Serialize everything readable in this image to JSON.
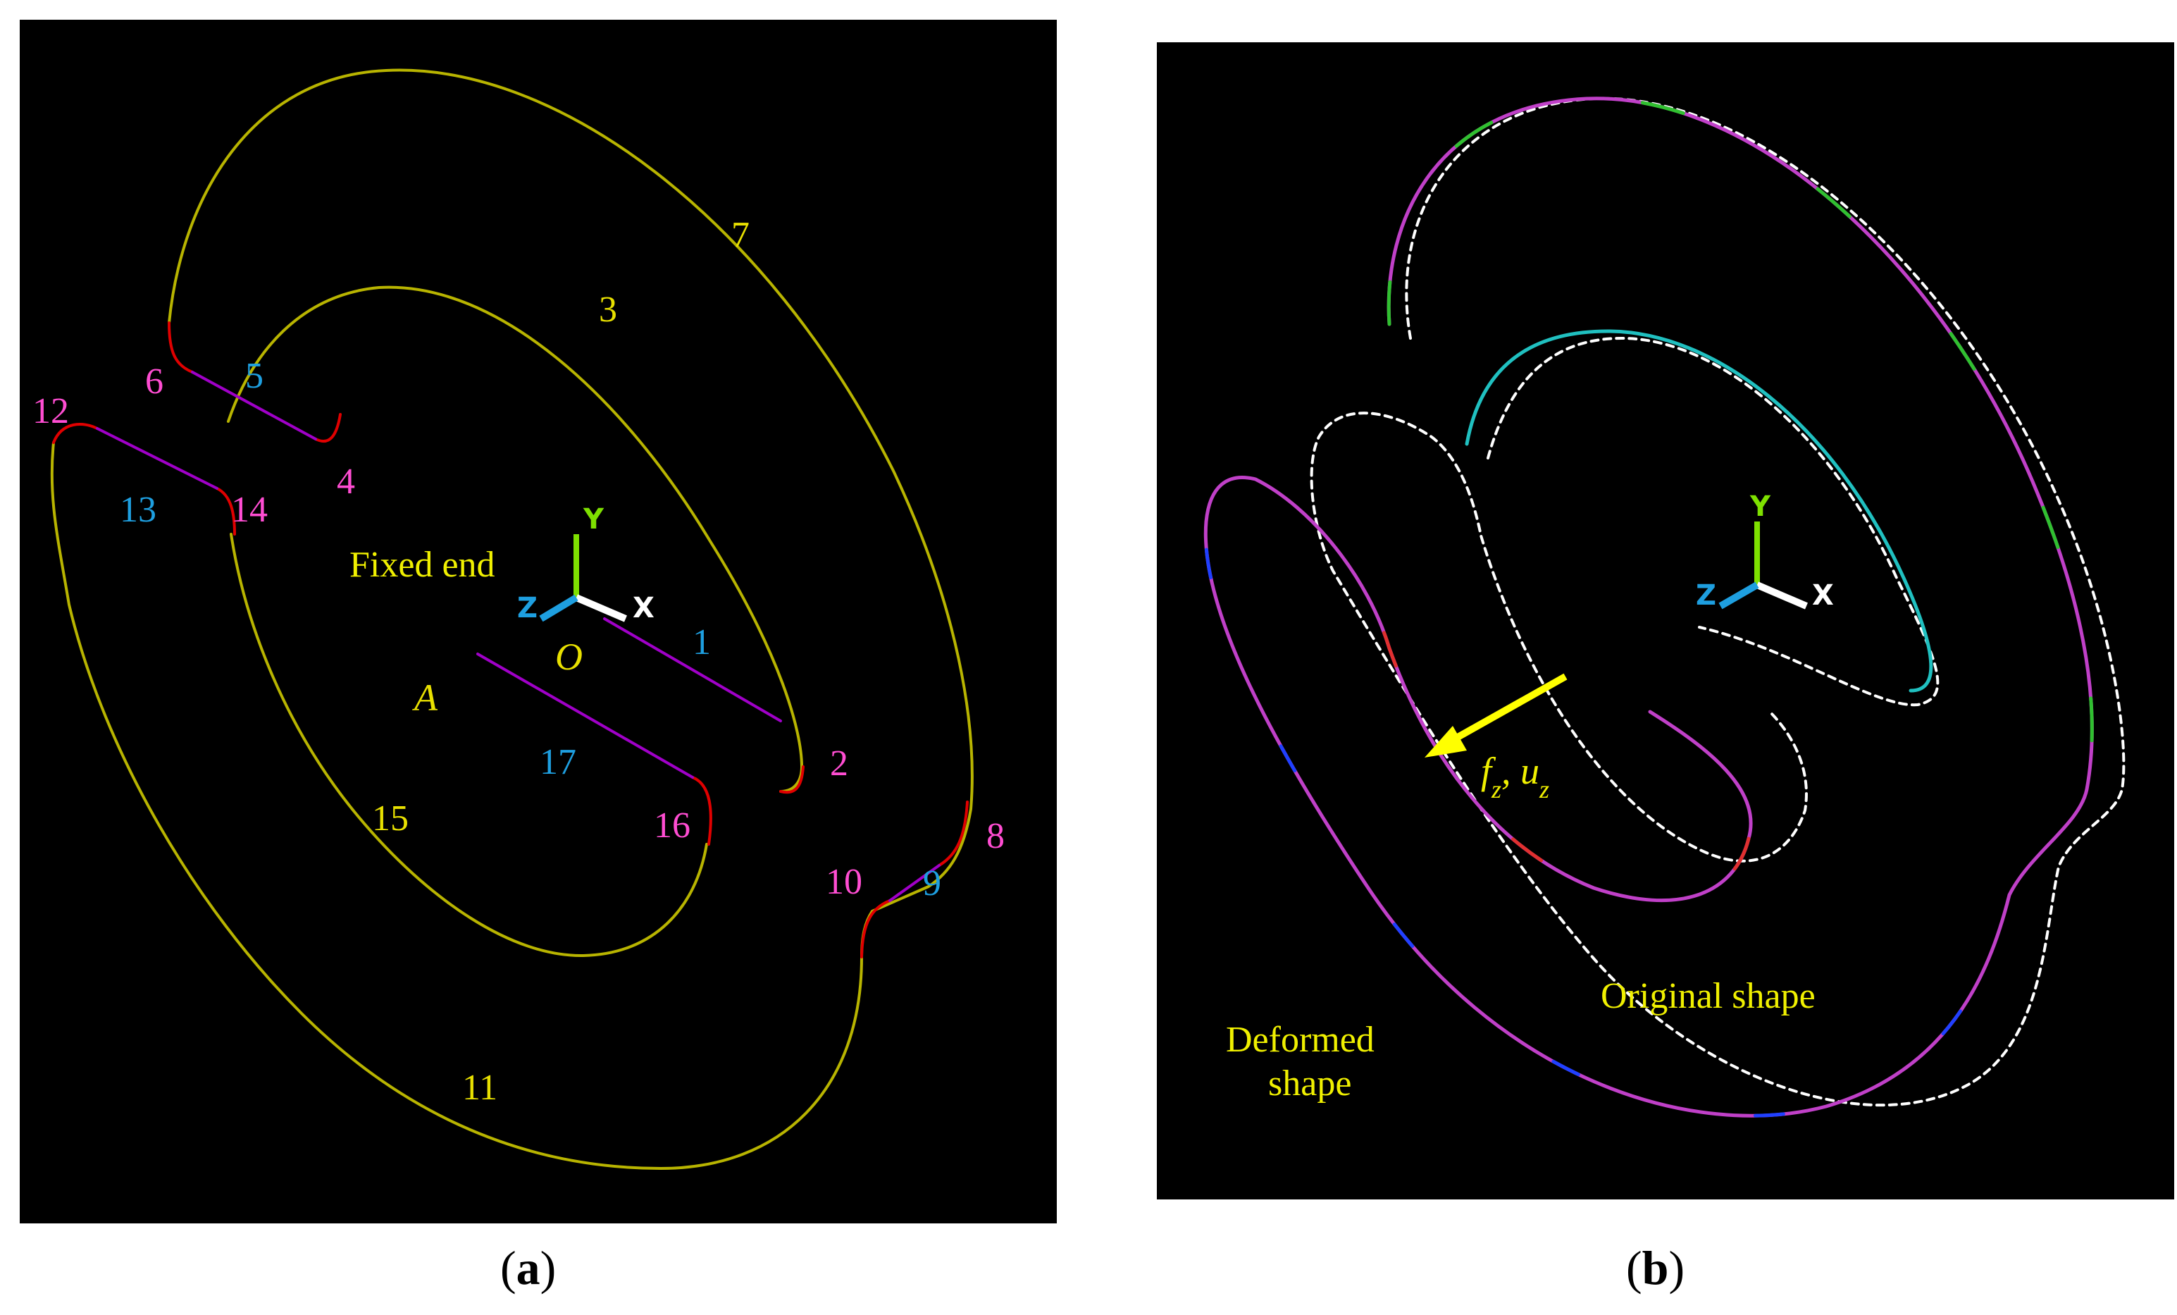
{
  "colors": {
    "background": "#000000",
    "curve": "#b8b400",
    "fillet": "#e00000",
    "slit": "#a000c8",
    "keypoint_label": "#ff4dd2",
    "line_label": "#1e9fe0",
    "area_label": "#e8e000",
    "text_yellow": "#f0f000",
    "original_shape": "#ffffff",
    "arrow": "#ffff00"
  },
  "panel_a": {
    "caption_open": "(",
    "caption_letter": "a",
    "caption_close": ")",
    "annotations": {
      "fixed_end": "Fixed end",
      "origin": "O",
      "area": "A"
    },
    "axis": {
      "x": "X",
      "y": "Y",
      "z": "Z"
    },
    "keypoints": [
      "2",
      "4",
      "6",
      "8",
      "10",
      "12",
      "14",
      "16"
    ],
    "line_numbers_cyan": [
      "1",
      "5",
      "9",
      "13",
      "17"
    ],
    "line_numbers_yellow": [
      "3",
      "7",
      "11",
      "15"
    ]
  },
  "panel_b": {
    "caption_open": "(",
    "caption_letter": "b",
    "caption_close": ")",
    "load_f": "f",
    "load_f_sub": "z",
    "load_sep": ", ",
    "load_u": "u",
    "load_u_sub": "z",
    "original_shape": "Original shape",
    "deformed_line1": "Deformed",
    "deformed_line2": "shape",
    "axis": {
      "x": "X",
      "y": "Y",
      "z": "Z"
    }
  }
}
